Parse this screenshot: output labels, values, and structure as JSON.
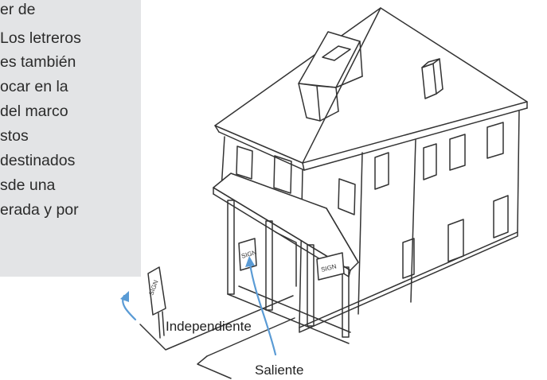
{
  "panel": {
    "lines": [
      "er de",
      "Los letreros",
      "es también",
      "ocar en la",
      "del marco",
      "stos",
      "destinados",
      "sde una",
      "erada y por"
    ]
  },
  "labels": {
    "freestanding": "Independiente",
    "projecting": "Saliente"
  },
  "signs": {
    "post_sign": "SIGN",
    "door_sign": "SIGN",
    "window_sign": "SIGN"
  },
  "colors": {
    "panel": "#e3e4e6",
    "arrow": "#5a9bd5",
    "ink": "#333333"
  }
}
